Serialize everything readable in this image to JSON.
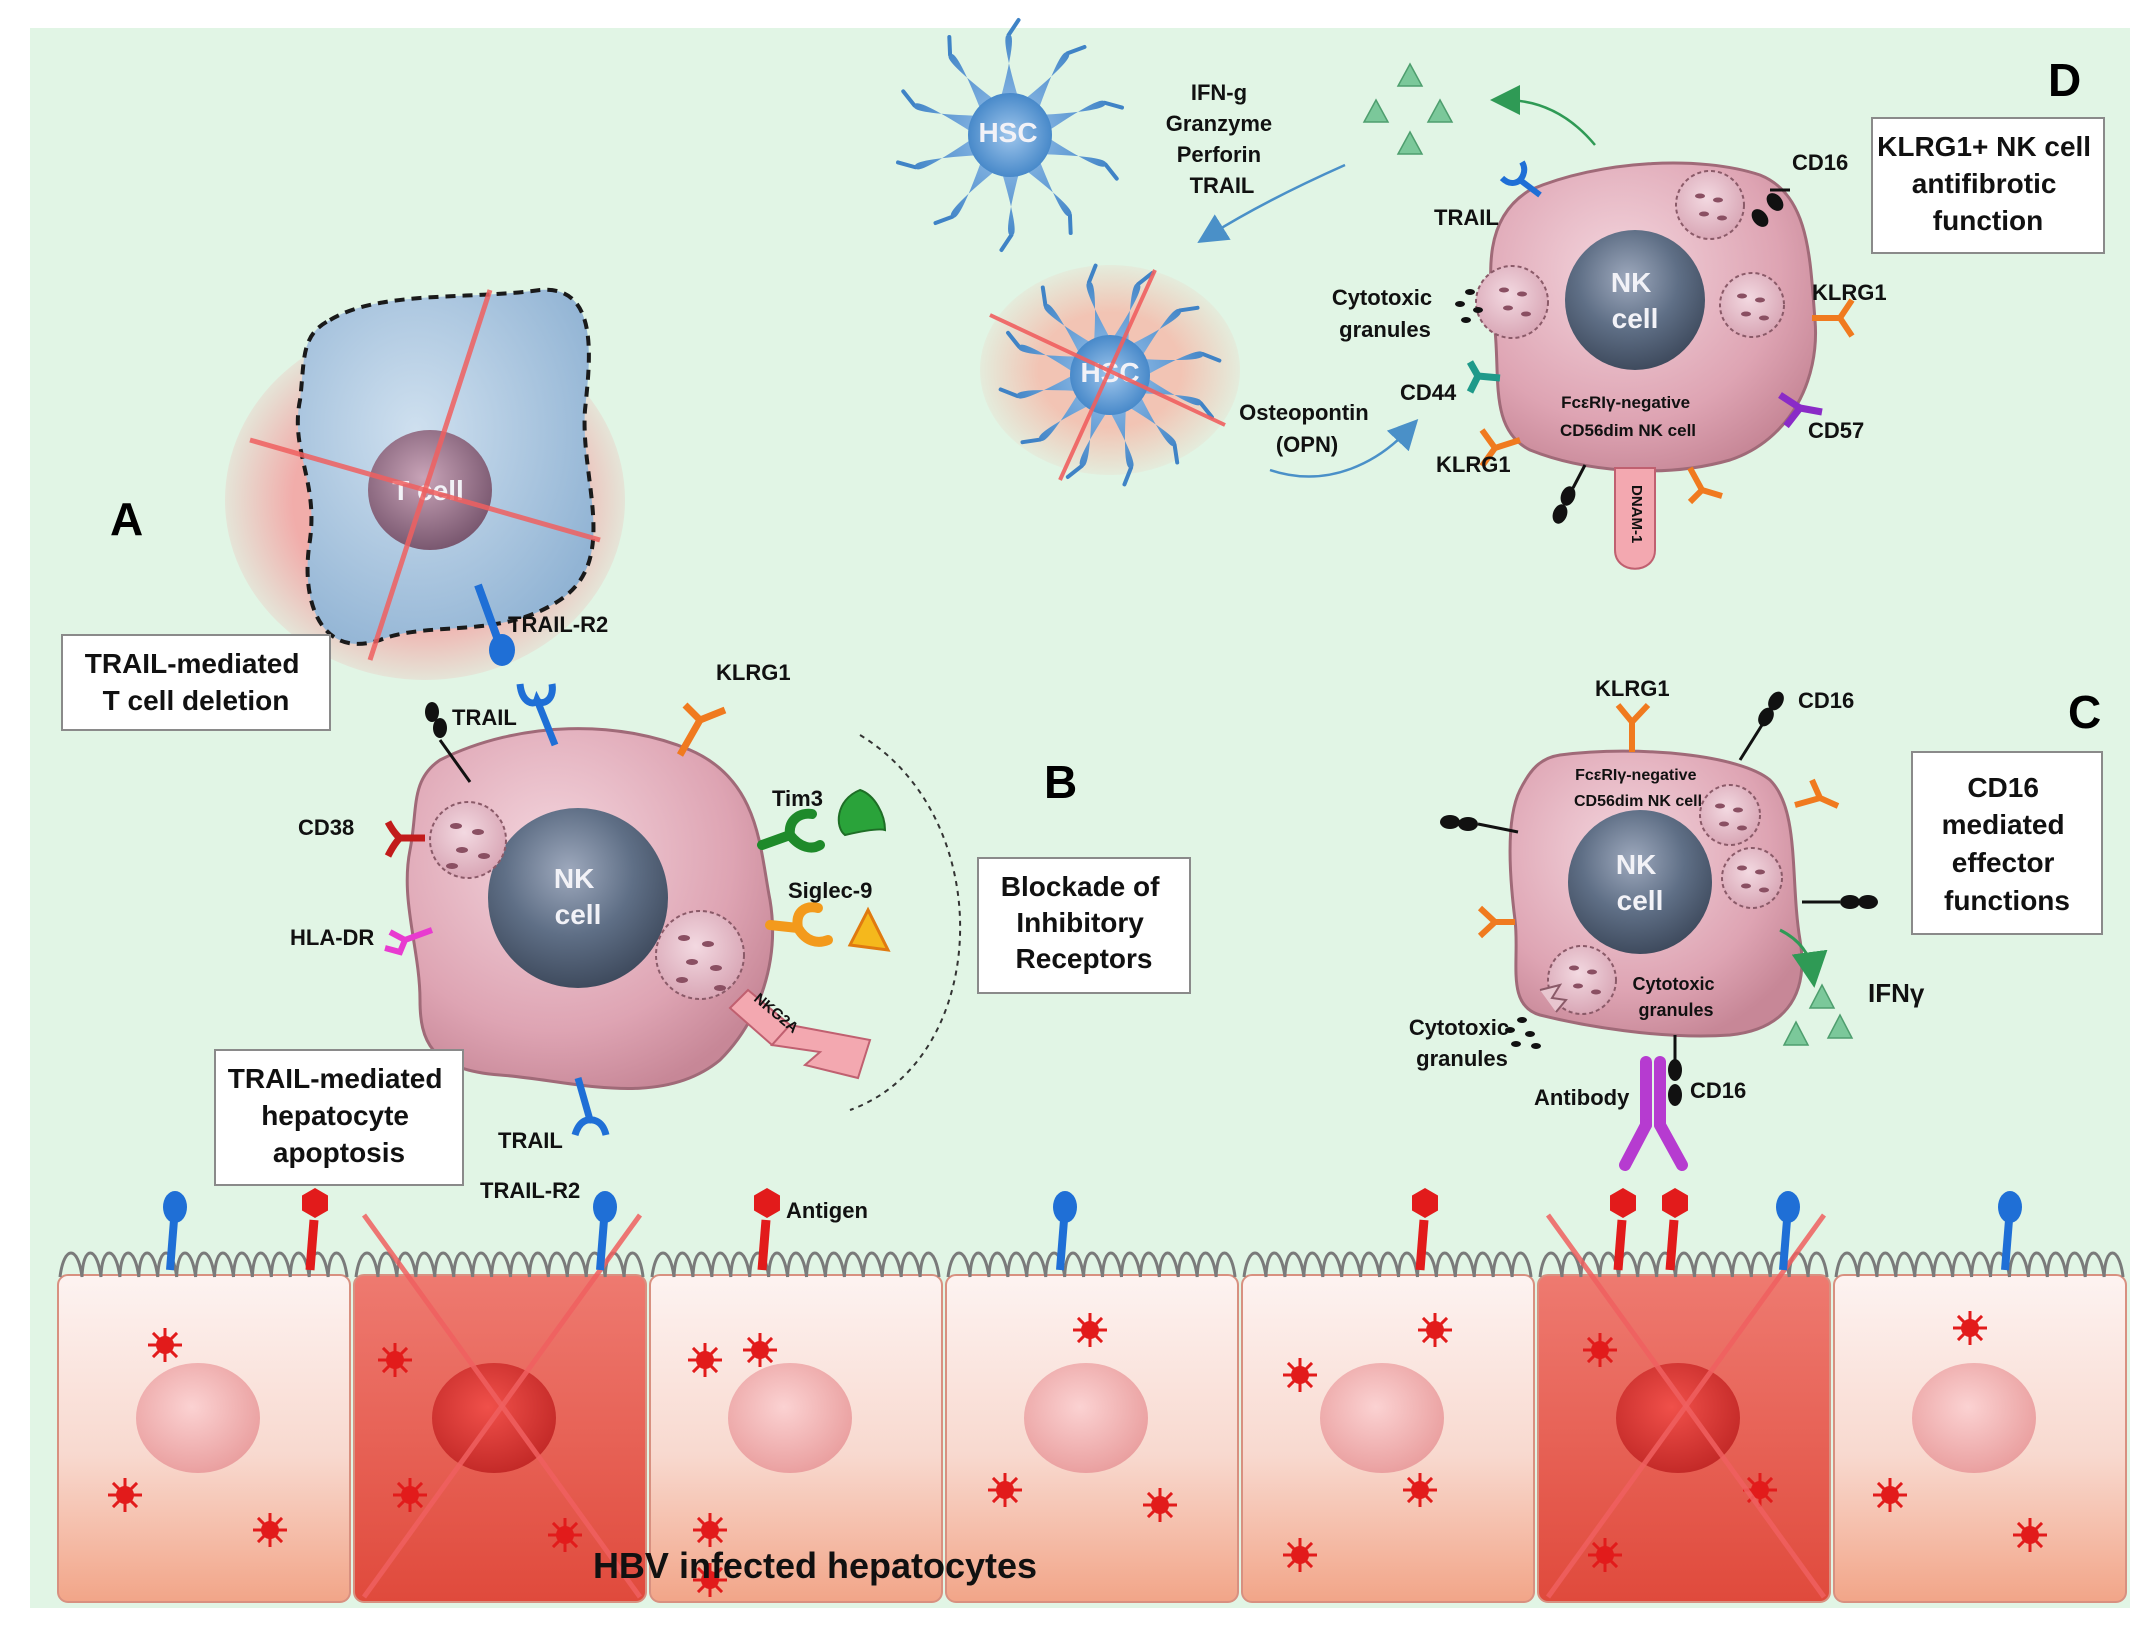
{
  "panels": {
    "a": "A",
    "b": "B",
    "c": "C",
    "d": "D"
  },
  "boxes": {
    "trail_t_deletion": [
      "TRAIL-mediated",
      "T cell deletion"
    ],
    "trail_hepatocyte": [
      "TRAIL-mediated",
      "hepatocyte",
      "apoptosis"
    ],
    "blockade": [
      "Blockade of",
      "Inhibitory",
      "Receptors"
    ],
    "cd16_effector": [
      "CD16",
      "mediated",
      "effector",
      "functions"
    ],
    "klrg1_antifibrotic": [
      "KLRG1+ NK cell",
      "antifibrotic",
      "function"
    ]
  },
  "cells": {
    "t_cell": "T cell",
    "nk_b": [
      "NK",
      "cell"
    ],
    "nk_c": [
      "NK",
      "cell"
    ],
    "nk_d": [
      "NK",
      "cell"
    ],
    "hsc_1": "HSC",
    "hsc_2": "HSC",
    "nk_c_subtype": [
      "FcεRIγ-negative",
      "CD56dim NK cell"
    ],
    "nk_d_subtype": [
      "FcεRIγ-negative",
      "CD56dim NK cell"
    ],
    "dim_superscript": "dim"
  },
  "labels_b": {
    "trail_r2_top": "TRAIL-R2",
    "trail_top": "TRAIL",
    "klrg1": "KLRG1",
    "cd38": "CD38",
    "tim3": "Tim3",
    "siglec9": "Siglec-9",
    "hla_dr": "HLA-DR",
    "nkg2a": "NKG2A",
    "trail_bottom": "TRAIL",
    "trail_r2_bottom": "TRAIL-R2",
    "antigen": "Antigen"
  },
  "labels_c": {
    "klrg1": "KLRG1",
    "cd16_top": "CD16",
    "cytotoxic_inner": [
      "Cytotoxic",
      "granules"
    ],
    "cytotoxic_outer": [
      "Cytotoxic",
      "granules"
    ],
    "ifng": "IFNγ",
    "antibody": "Antibody",
    "cd16_bottom": "CD16"
  },
  "labels_d": {
    "cytokines": [
      "IFN-g",
      "Granzyme",
      "Perforin",
      "TRAIL"
    ],
    "trail": "TRAIL",
    "cd16": "CD16",
    "cytotoxic": [
      "Cytotoxic",
      "granules"
    ],
    "klrg1_right": "KLRG1",
    "cd44": "CD44",
    "osteopontin": [
      "Osteopontin",
      "(OPN)"
    ],
    "cd57": "CD57",
    "klrg1_bottom": "KLRG1",
    "dnam1": "DNAM-1"
  },
  "hepatocytes_label": "HBV infected hepatocytes",
  "colors": {
    "background": "#e1f5e5",
    "nk_body": "#e2aebb",
    "nk_nucleus": "#56677e",
    "t_cell_body": "#a9c4de",
    "trail": "#1f6fd6",
    "antigen": "#e21b1b",
    "klrg1": "#f07a1f",
    "tim3": "#1e8a2a",
    "siglec9": "#f39a1c",
    "cd38": "#c21b1b",
    "hla_dr": "#e83bd0",
    "cd44": "#1f9a8a",
    "cd57": "#8a2bc7",
    "antibody": "#b63bd0",
    "hsc": "#5a9bd5",
    "ifn_triangle": "#7bc89a",
    "cross": "#f06060"
  }
}
